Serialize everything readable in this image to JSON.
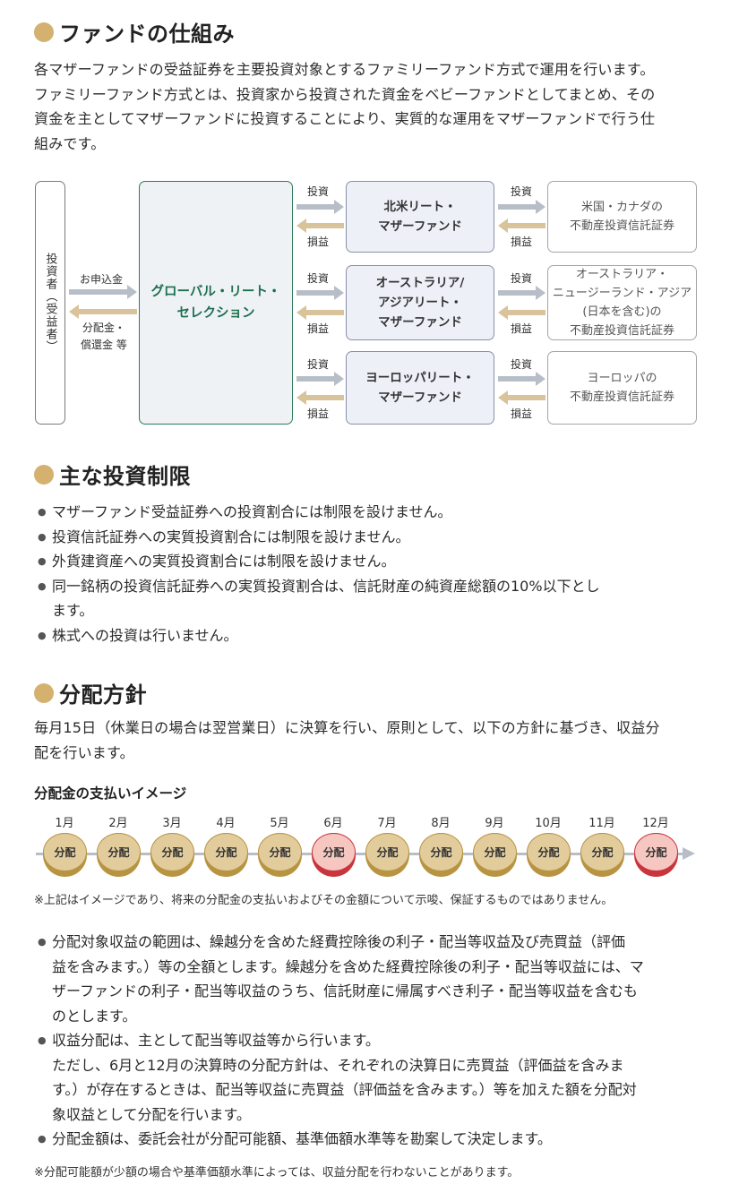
{
  "section1": {
    "title": "ファンドの仕組み",
    "lines": [
      "各マザーファンドの受益証券を主要投資対象とするファミリーファンド方式で運用を行います。",
      "ファミリーファンド方式とは、投資家から投資された資金をベビーファンドとしてまとめ、その",
      "資金を主としてマザーファンドに投資することにより、実質的な運用をマザーファンドで行う仕",
      "組みです。"
    ]
  },
  "diagram": {
    "investor": "投資者（受益者）",
    "baby_fund": [
      "グローバル・リート・",
      "セレクション"
    ],
    "subscribe": "お申込金",
    "distribution": [
      "分配金・",
      "償還金 等"
    ],
    "invest": "投資",
    "profit_loss": "損益",
    "rows": [
      {
        "mother": [
          "北米リート・",
          "マザーファンド"
        ],
        "target": [
          "米国・カナダの",
          "不動産投資信託証券"
        ]
      },
      {
        "mother": [
          "オーストラリア/",
          "アジアリート・",
          "マザーファンド"
        ],
        "target": [
          "オーストラリア・",
          "ニュージーランド・アジア",
          "(日本を含む)の",
          "不動産投資信託証券"
        ]
      },
      {
        "mother": [
          "ヨーロッパリート・",
          "マザーファンド"
        ],
        "target": [
          "ヨーロッパの",
          "不動産投資信託証券"
        ]
      }
    ]
  },
  "section2": {
    "title": "主な投資制限",
    "bullet_mark": "●",
    "items": [
      [
        "マザーファンド受益証券への投資割合には制限を設けません。"
      ],
      [
        "投資信託証券への実質投資割合には制限を設けません。"
      ],
      [
        "外貨建資産への実質投資割合には制限を設けません。"
      ],
      [
        "同一銘柄の投資信託証券への実質投資割合は、信託財産の純資産総額の10%以下とし",
        "ます。"
      ],
      [
        "株式への投資は行いません。"
      ]
    ]
  },
  "section3": {
    "title": "分配方針",
    "lines": [
      "毎月15日（休業日の場合は翌営業日）に決算を行い、原則として、以下の方針に基づき、収益分",
      "配を行います。"
    ],
    "timeline_title": "分配金の支払いイメージ",
    "months": [
      "1月",
      "2月",
      "3月",
      "4月",
      "5月",
      "6月",
      "7月",
      "8月",
      "9月",
      "10月",
      "11月",
      "12月"
    ],
    "coin_label": "分配",
    "highlight_months": [
      "6月",
      "12月"
    ],
    "colors": {
      "coin_normal": "#e2cc9c",
      "coin_highlight": "#f6c7c1",
      "accent": "#d4b16f"
    },
    "timeline_note": "※上記はイメージであり、将来の分配金の支払いおよびその金額について示唆、保証するものではありません。",
    "items": [
      [
        "分配対象収益の範囲は、繰越分を含めた経費控除後の利子・配当等収益及び売買益（評価",
        "益を含みます。）等の全額とします。繰越分を含めた経費控除後の利子・配当等収益には、マ",
        "ザーファンドの利子・配当等収益のうち、信託財産に帰属すべき利子・配当等収益を含むも",
        "のとします。"
      ],
      [
        "収益分配は、主として配当等収益等から行います。",
        "ただし、6月と12月の決算時の分配方針は、それぞれの決算日に売買益（評価益を含みま",
        "す。）が存在するときは、配当等収益に売買益（評価益を含みます。）等を加えた額を分配対",
        "象収益として分配を行います。"
      ],
      [
        "分配金額は、委託会社が分配可能額、基準価額水準等を勘案して決定します。"
      ]
    ],
    "final_note": "※分配可能額が少額の場合や基準価額水準によっては、収益分配を行わないことがあります。"
  }
}
